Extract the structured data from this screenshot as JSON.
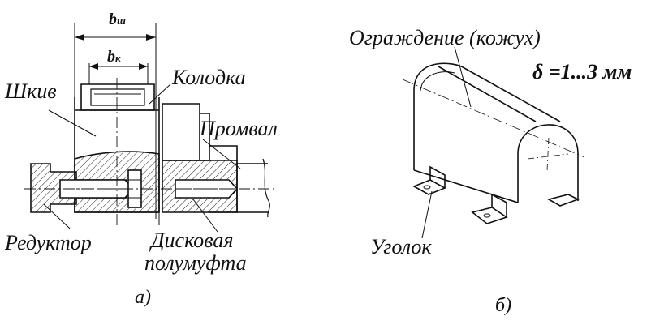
{
  "figure_a": {
    "dim_outer": {
      "main": "b",
      "sub": "ш"
    },
    "dim_inner": {
      "main": "b",
      "sub": "к"
    },
    "labels": {
      "shoe": "Колодка",
      "pulley": "Шкив",
      "intermediate_shaft": "Промвал",
      "reducer": "Редуктор",
      "disk_coupling_line1": "Дисковая",
      "disk_coupling_line2": "полумуфта"
    },
    "caption": "а)"
  },
  "figure_b": {
    "labels": {
      "guard": "Ограждение (кожух)",
      "thickness": "δ =1...3 мм",
      "angle_bracket": "Уголок"
    },
    "caption": "б)"
  }
}
